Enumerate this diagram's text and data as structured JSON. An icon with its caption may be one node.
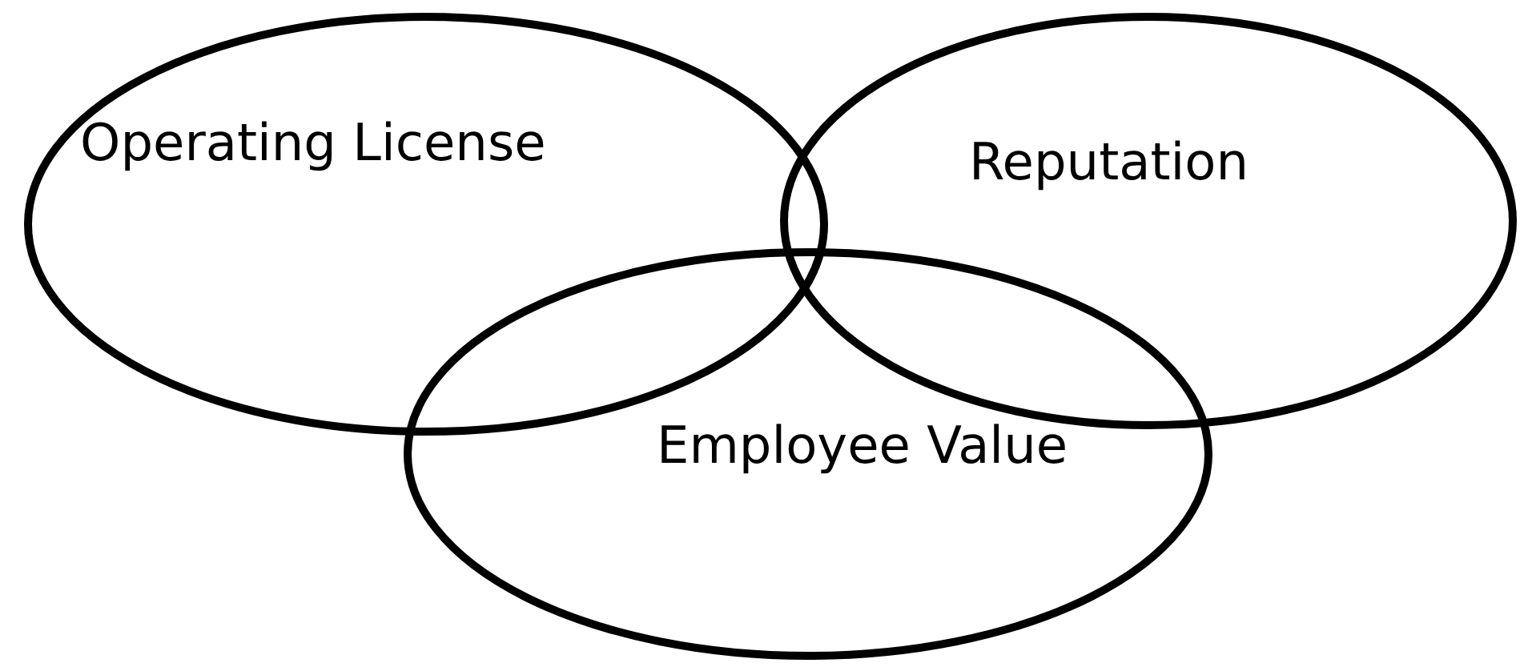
{
  "diagram": {
    "nodes": [
      {
        "text": [
          "Operating License"
        ]
      },
      {
        "text": [
          "Reputation"
        ]
      },
      {
        "text": [
          "Employee Value"
        ]
      }
    ]
  }
}
